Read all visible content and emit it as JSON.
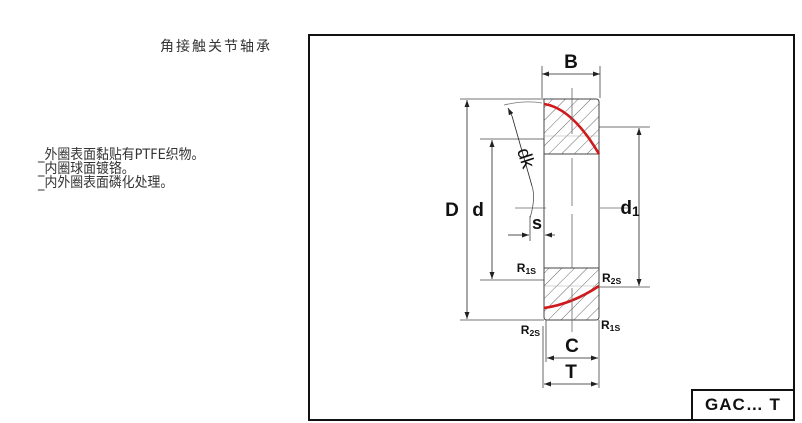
{
  "title": "角接触关节轴承",
  "features": [
    "_外圈表面黏贴有PTFE织物。",
    "_内圈球面镀铬。",
    "_内外圈表面磷化处理。"
  ],
  "diagram": {
    "labels": {
      "B": "B",
      "D": "D",
      "d": "d",
      "dk": "dk",
      "s": "s",
      "d1": "d1",
      "R1s_top": "R1S",
      "R2s_top": "R2S",
      "R2s_bottom": "R2S",
      "R1s_bottom": "R1S",
      "C": "C",
      "T": "T"
    },
    "accent_color": "#d0191c",
    "model": "GAC… T"
  }
}
